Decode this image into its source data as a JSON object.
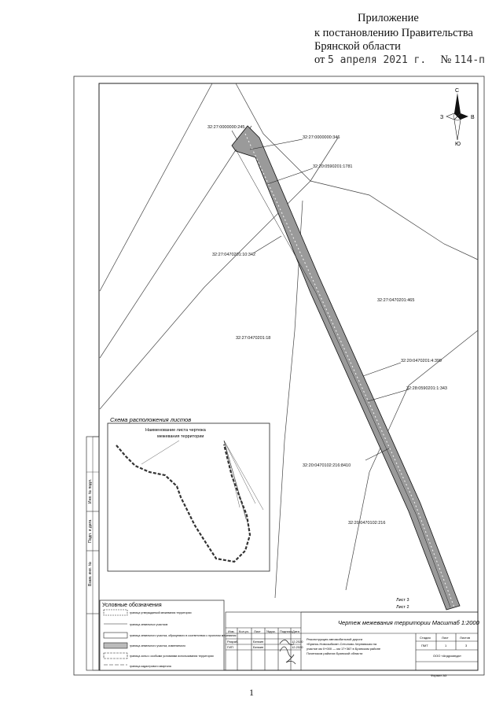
{
  "header": {
    "line1": "Приложение",
    "line2": "к постановлению Правительства",
    "line3": "Брянской области",
    "date_prefix": "от",
    "date": "5 апреля 2021 г.",
    "number_label": "№",
    "number": "114-п"
  },
  "map": {
    "parcels": [
      "32:27:0000000:245",
      "32:27:0000000:346",
      "32:20:0590201:1781",
      "32:27:0470201:10:342",
      "32:27:0470201:465",
      "32:27:0470201:18",
      "32:20:0470201:4:399",
      "32:28:0590201:1:343",
      "32:20:0470102:216:8410",
      "32:20:0470102:216"
    ],
    "compass": {
      "north": "С",
      "south": "Ю",
      "west": "З",
      "east": "В"
    },
    "sheet_labels": [
      "Лист 3",
      "Лист 2"
    ]
  },
  "inset": {
    "title": "Схема расположения листов",
    "callout_line1": "Наименование листа чертежа",
    "callout_line2": "межевания территории"
  },
  "legend": {
    "title": "Условные обозначения",
    "items": [
      "граница утверждаемой межевания территории",
      "граница земельных участков",
      "граница земельного участка, образуемого в соответствии с проектом межевания",
      "граница земельного участка, изменяемого",
      "граница зоны с особыми условиями использования территории",
      "граница кадастрового квартала"
    ]
  },
  "title_block": {
    "drawing_title": "Чертеж межевания территории Масштаб 1:2000",
    "object_text_1": "Реконструкция автомобильной дороги",
    "object_text_2": "«Брянск-Новозыбков»-Сетолово-Чернявская на",
    "object_text_3": "участке км 0+000 — км 17+367 в Брянском районе",
    "object_text_4": "Почепском районах Брянской области",
    "col_headers": [
      "Изм.",
      "Кол.уч.",
      "Лист",
      "№док.",
      "Подпись",
      "Дата"
    ],
    "rows": [
      {
        "role": "Разраб.",
        "name": "Белкин",
        "date": "12.2020"
      },
      {
        "role": "ГИП",
        "name": "Белкин",
        "date": "12.2020"
      }
    ],
    "stage_headers": [
      "Стадия",
      "Лист",
      "Листов"
    ],
    "stage_values": [
      "ПМТ",
      "1",
      "3"
    ],
    "company": "ООО «Андромеда»",
    "format": "Формат А3"
  },
  "side_stamps": [
    "Взам. инв. №",
    "Подп. и дата",
    "Инв. № подл."
  ],
  "page_number": "1"
}
